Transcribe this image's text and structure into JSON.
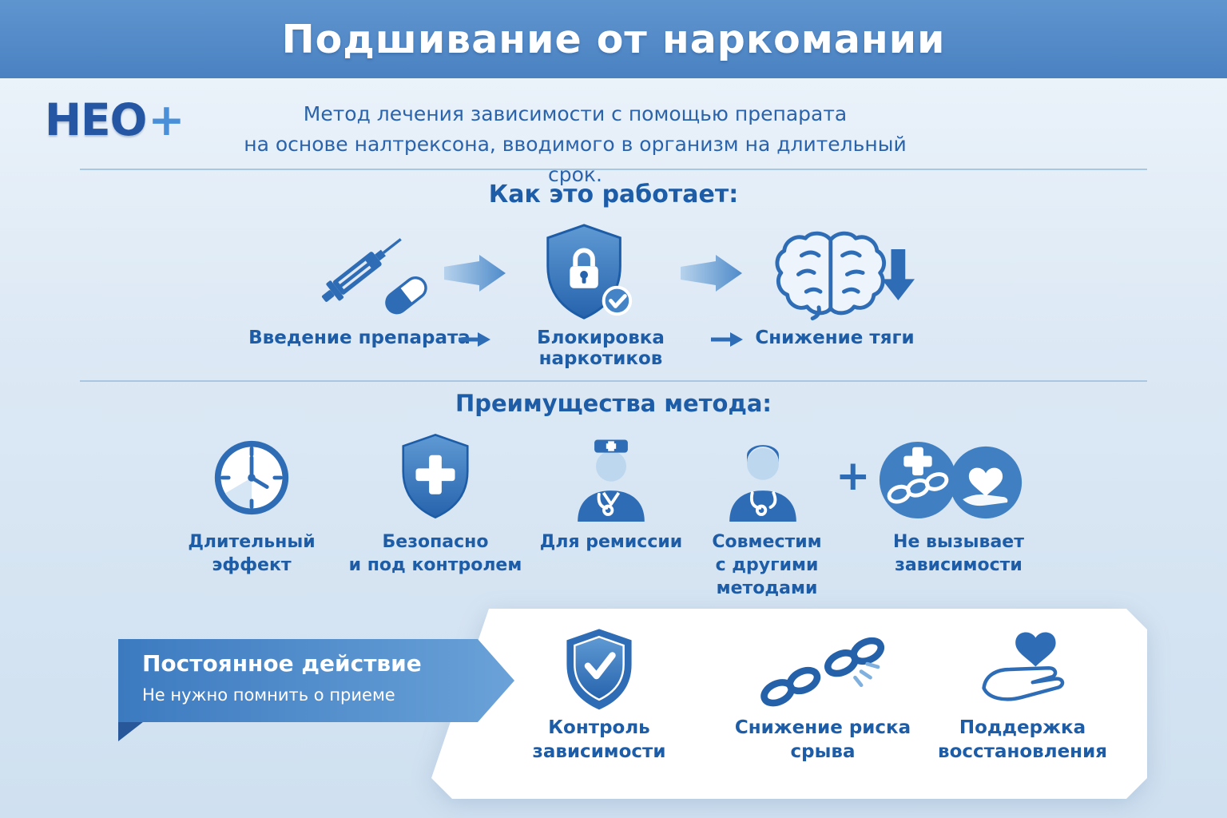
{
  "colors": {
    "primary": "#2e6db6",
    "heading_text": "#1d5ca6",
    "header_band_top": "#5f95cf",
    "header_band_bottom": "#4a81c1",
    "background": "#dde9f5",
    "ribbon_start": "#3c7ac0",
    "ribbon_end": "#6aa2d8"
  },
  "header": {
    "title": "Подшивание от наркомании"
  },
  "intro": {
    "logo_text": "НЕО",
    "logo_plus": "+",
    "description": "Метод лечения зависимости с помощью препарата\nна основе налтрексона, вводимого в организм на длительный срок."
  },
  "how_it_works": {
    "heading": "Как это работает:",
    "steps": [
      {
        "icon": "syringe-capsule-icon",
        "label": "Введение препарата"
      },
      {
        "icon": "shield-lock-icon",
        "label": "Блокировка наркотиков"
      },
      {
        "icon": "brain-decrease-icon",
        "label": "Снижение тяги"
      }
    ]
  },
  "benefits": {
    "heading": "Преимущества метода:",
    "plus_symbol": "+",
    "items": [
      {
        "icon": "clock-icon",
        "label": "Длительный эффект"
      },
      {
        "icon": "shield-cross-icon",
        "label": "Безопасно\nи под контролем"
      },
      {
        "icon": "doctor-icon",
        "label": "Для ремиссии"
      },
      {
        "icon": "medic-stethoscope-icon",
        "label": "Совместим\nс другими\nметодами"
      },
      {
        "icon": "chain-heart-circle-icon",
        "label": "Не вызывает\nзависимости"
      }
    ]
  },
  "footer": {
    "ribbon": {
      "title": "Постоянное действие",
      "subtitle": "Не нужно помнить о приеме"
    },
    "items": [
      {
        "icon": "shield-check-icon",
        "label": "Контроль зависимости"
      },
      {
        "icon": "broken-chain-icon",
        "label": "Снижение риска срыва"
      },
      {
        "icon": "hand-heart-icon",
        "label": "Поддержка\nвосстановления"
      }
    ]
  }
}
